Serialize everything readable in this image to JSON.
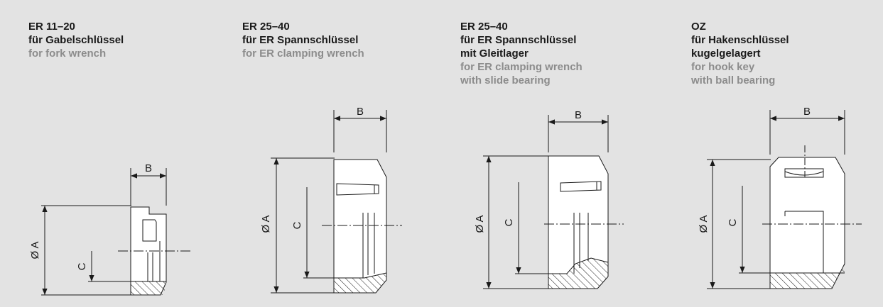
{
  "labels": {
    "B": "B",
    "A": "Ø A",
    "C": "C"
  },
  "panels": [
    {
      "de": [
        "ER 11–20",
        "für Gabelschlüssel"
      ],
      "en": [
        "for fork wrench"
      ]
    },
    {
      "de": [
        "ER 25–40",
        "für ER Spannschlüssel"
      ],
      "en": [
        "for ER clamping wrench"
      ]
    },
    {
      "de": [
        "ER 25–40",
        "für ER Spannschlüssel",
        "mit Gleitlager"
      ],
      "en": [
        "for ER clamping wrench",
        "with slide bearing"
      ]
    },
    {
      "de": [
        "OZ",
        "für Hakenschlüssel",
        "kugelgelagert"
      ],
      "en": [
        "for hook key",
        "with ball bearing"
      ]
    }
  ]
}
